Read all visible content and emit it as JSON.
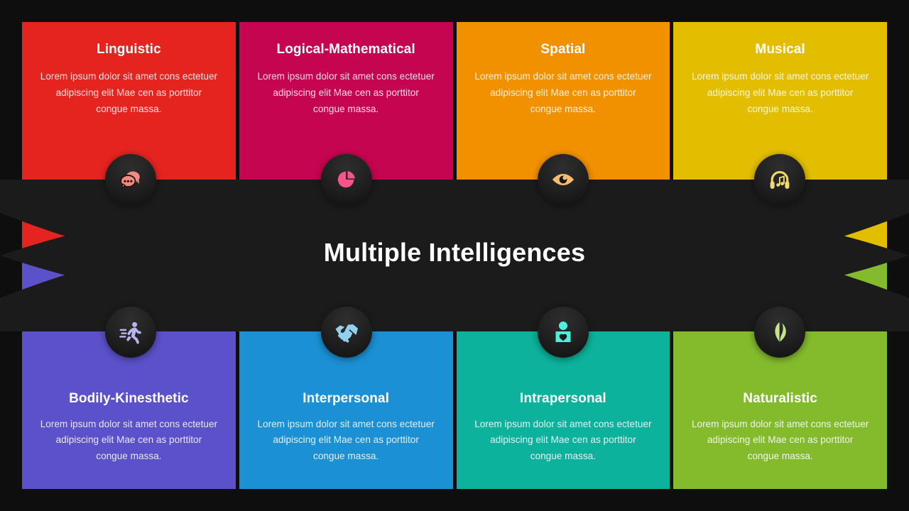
{
  "page": {
    "background_color": "#0e0e0e",
    "center_title": "Multiple Intelligences",
    "overlay_color": "#1b1b1b"
  },
  "cards": [
    {
      "id": "linguistic",
      "title": "Linguistic",
      "description": "Lorem ipsum dolor sit amet cons ectetuer adipiscing elit Mae cen as porttitor congue massa.",
      "color": "#e52420",
      "icon": "chat-bubbles-icon",
      "icon_color": "#f08a82",
      "row": "top"
    },
    {
      "id": "logical-mathematical",
      "title": "Logical-Mathematical",
      "description": "Lorem ipsum dolor sit amet cons ectetuer adipiscing elit Mae cen as porttitor congue massa.",
      "color": "#c60550",
      "icon": "pie-chart-icon",
      "icon_color": "#f5558c",
      "row": "top"
    },
    {
      "id": "spatial",
      "title": "Spatial",
      "description": "Lorem ipsum dolor sit amet cons ectetuer adipiscing elit Mae cen as porttitor congue massa.",
      "color": "#f29100",
      "icon": "eye-icon",
      "icon_color": "#f5bd72",
      "row": "top"
    },
    {
      "id": "musical",
      "title": "Musical",
      "description": "Lorem ipsum dolor sit amet cons ectetuer adipiscing elit Mae cen as porttitor congue massa.",
      "color": "#e3be00",
      "icon": "headphones-icon",
      "icon_color": "#f2da6a",
      "row": "top"
    },
    {
      "id": "bodily-kinesthetic",
      "title": "Bodily-Kinesthetic",
      "description": "Lorem ipsum dolor sit amet cons ectetuer adipiscing elit Mae cen as porttitor congue massa.",
      "color": "#5b51ca",
      "icon": "running-person-icon",
      "icon_color": "#b9b4ef",
      "row": "bottom"
    },
    {
      "id": "interpersonal",
      "title": "Interpersonal",
      "description": "Lorem ipsum dolor sit amet cons ectetuer adipiscing elit Mae cen as porttitor congue massa.",
      "color": "#1b90d4",
      "icon": "handshake-icon",
      "icon_color": "#93d0f0",
      "row": "bottom"
    },
    {
      "id": "intrapersonal",
      "title": "Intrapersonal",
      "description": "Lorem ipsum dolor sit amet cons ectetuer adipiscing elit Mae cen as porttitor congue massa.",
      "color": "#0cb29b",
      "icon": "person-heart-icon",
      "icon_color": "#4ef0db",
      "row": "bottom"
    },
    {
      "id": "naturalistic",
      "title": "Naturalistic",
      "description": "Lorem ipsum dolor sit amet cons ectetuer adipiscing elit Mae cen as porttitor congue massa.",
      "color": "#84bb2d",
      "icon": "leaf-icon",
      "icon_color": "#c4e38a",
      "row": "bottom"
    }
  ]
}
